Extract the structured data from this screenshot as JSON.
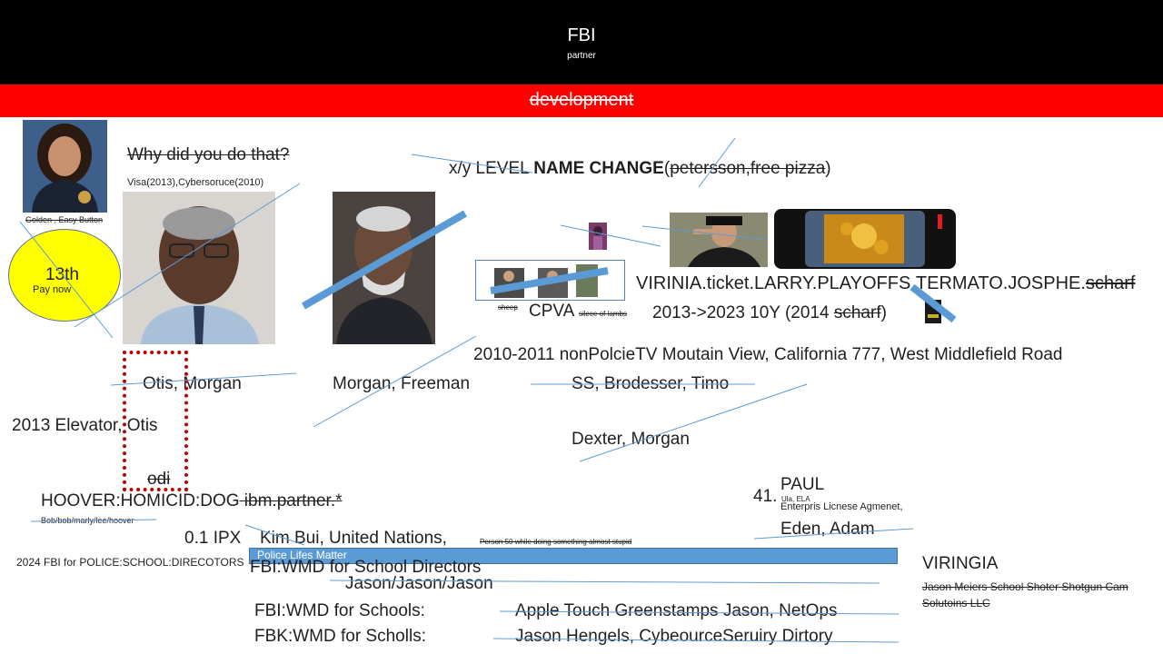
{
  "header": {
    "title": "FBI",
    "subtitle": "partner"
  },
  "banner": {
    "text": "development"
  },
  "top": {
    "question": "Why did you do that?",
    "visa": "Visa(2013),Cybersoruce(2010)",
    "golden": "Golden , Easy Button",
    "level_prefix": "x/y LEVEL ",
    "level_bold": "NAME CHANGE",
    "level_paren_open": "(",
    "level_strike": "petersson,free pizza",
    "level_paren_close": ")"
  },
  "badge": {
    "number": "13th",
    "pay": "Pay now"
  },
  "names": {
    "otis_morgan": "Otis, Morgan",
    "morgan_freeman": "Morgan, Freeman",
    "ss": "SS, Brodesser, Timo",
    "dexter": "Dexter, Morgan",
    "elevator": "2013 Elevator, Otis",
    "odi": "odi"
  },
  "virinia": {
    "main": "VIRINIA.ticket.LARRY.PLAYOFFS.TERMATO.JOSPHE.",
    "strike": "scharf"
  },
  "cpva": {
    "sheep": "sheep",
    "main": "CPVA",
    "silence": "silece of lambs",
    "years": "2013->2023 10Y (2014 ",
    "years_strike": "scharf",
    "years_close": ")"
  },
  "tv": "2010-2011 nonPolcieTV Moutain View, California 777, West Middlefield Road",
  "hoover": {
    "main": "HOOVER:",
    "homicid": "HOMICID:DOG",
    "strike": " ibm.partner.*",
    "sub": "Bob/bob/marly/lee/hoover"
  },
  "ipx": {
    "label": "0.1 IPX",
    "name": "Kim Bui, United Nations,",
    "tiny": "Person 50 while doing something almost stupid"
  },
  "fbi_2024": "2024 FBI for POLICE:SCHOOL:DIRECOTORS",
  "police_bar": "Police Lifes Matter",
  "wmd": {
    "line1": "FBI:WMD for School Directors",
    "line2": "Jason/Jason/Jason",
    "line3_left": "FBI:WMD for Schools:",
    "line3_right": "Apple  Touch Greenstamps Jason, NetOps",
    "line4_left": "FBK:WMD for Scholls:",
    "line4_right": "Jason Hengels, CybeourceSeruiry Dirtory"
  },
  "paul": {
    "number": "41.",
    "tiny": "Ula, ELA",
    "name": "PAUL",
    "enterprise": "Enterpris Licnese Agmenet,",
    "eden": "Eden, Adam"
  },
  "viringia": {
    "title": "VIRINGIA",
    "strike1": "Jason Meiers School Shoter Shotgun Cam",
    "strike2": "Solutoins LLC"
  },
  "colors": {
    "black": "#000000",
    "red": "#ff0000",
    "yellow": "#ffff00",
    "blue": "#5b9bd5",
    "dotted_red": "#c00000"
  }
}
